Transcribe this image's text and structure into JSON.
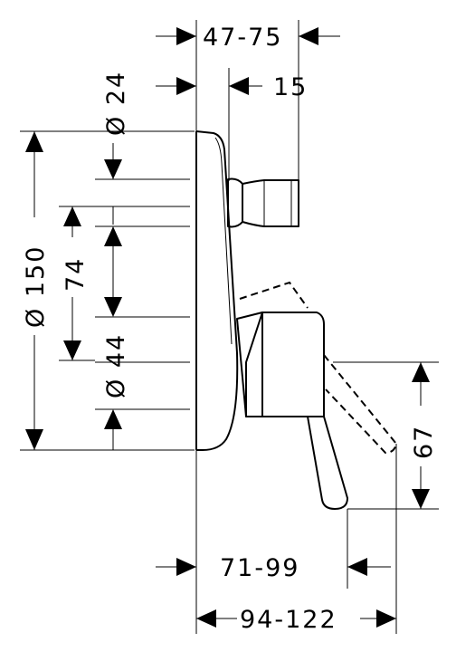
{
  "dimensions": {
    "top_width": "47-75",
    "top_offset": "15",
    "diameter_rosette": "Ø 24",
    "diameter_plate": "Ø 150",
    "spacing_vertical": "74",
    "diameter_lever": "Ø 44",
    "lever_height": "67",
    "projection_inner": "71-99",
    "projection_total": "94-122"
  }
}
